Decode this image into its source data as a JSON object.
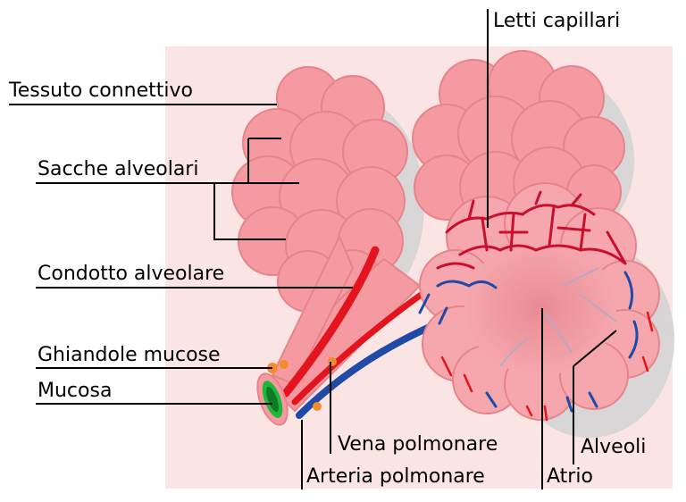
{
  "diagram": {
    "labels": {
      "tessuto_connettivo": "Tessuto connettivo",
      "sacche_alveolari": "Sacche alveolari",
      "condotto_alveolare": "Condotto alveolare",
      "ghiandole_mucose": "Ghiandole mucose",
      "mucosa": "Mucosa",
      "letti_capillari": "Letti capillari",
      "vena_polmonare": "Vena polmonare",
      "arteria_polmonare": "Arteria polmonare",
      "alveoli": "Alveoli",
      "atrio": "Atrio"
    },
    "colors": {
      "background_panel": "#fbe4e4",
      "alveolar_tissue": "#f59aa0",
      "alveolar_outline": "#e7838b",
      "shadow": "#cfcfcf",
      "artery": "#e3141d",
      "vein": "#1f4aa8",
      "mucous_glands": "#f58c2a",
      "mucosa": "#1db83a",
      "leader_line": "#000000"
    }
  }
}
